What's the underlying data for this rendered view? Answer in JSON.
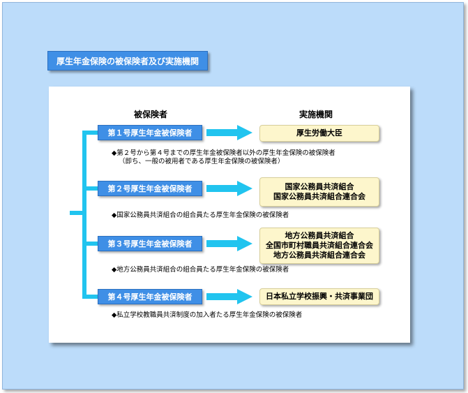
{
  "title": "厚生年金保険の被保険者及び実施機関",
  "headers": {
    "insured": "被保険者",
    "institution": "実施機関"
  },
  "groups": [
    {
      "category": "第１号厚生年金被保険者",
      "institutions": [
        "厚生労働大臣"
      ],
      "note": [
        "◆第２号から第４号までの厚生年金被保険者以外の厚生年金保険の被保険者",
        "（即ち、一般の被用者である厚生年金保険の被保険者）"
      ]
    },
    {
      "category": "第２号厚生年金被保険者",
      "institutions": [
        "国家公務員共済組合",
        "国家公務員共済組合連合会"
      ],
      "note": [
        "◆国家公務員共済組合の組合員たる厚生年金保険の被保険者"
      ]
    },
    {
      "category": "第３号厚生年金被保険者",
      "institutions": [
        "地方公務員共済組合",
        "全国市町村職員共済組合連合会",
        "地方公務員共済組合連合会"
      ],
      "note": [
        "◆地方公務員共済組合の組合員たる厚生年金保険の被保険者"
      ]
    },
    {
      "category": "第４号厚生年金被保険者",
      "institutions": [
        "日本私立学校振興・共済事業団"
      ],
      "note": [
        "◆私立学校教職員共済制度の加入者たる厚生年金保険の被保険者"
      ]
    }
  ]
}
